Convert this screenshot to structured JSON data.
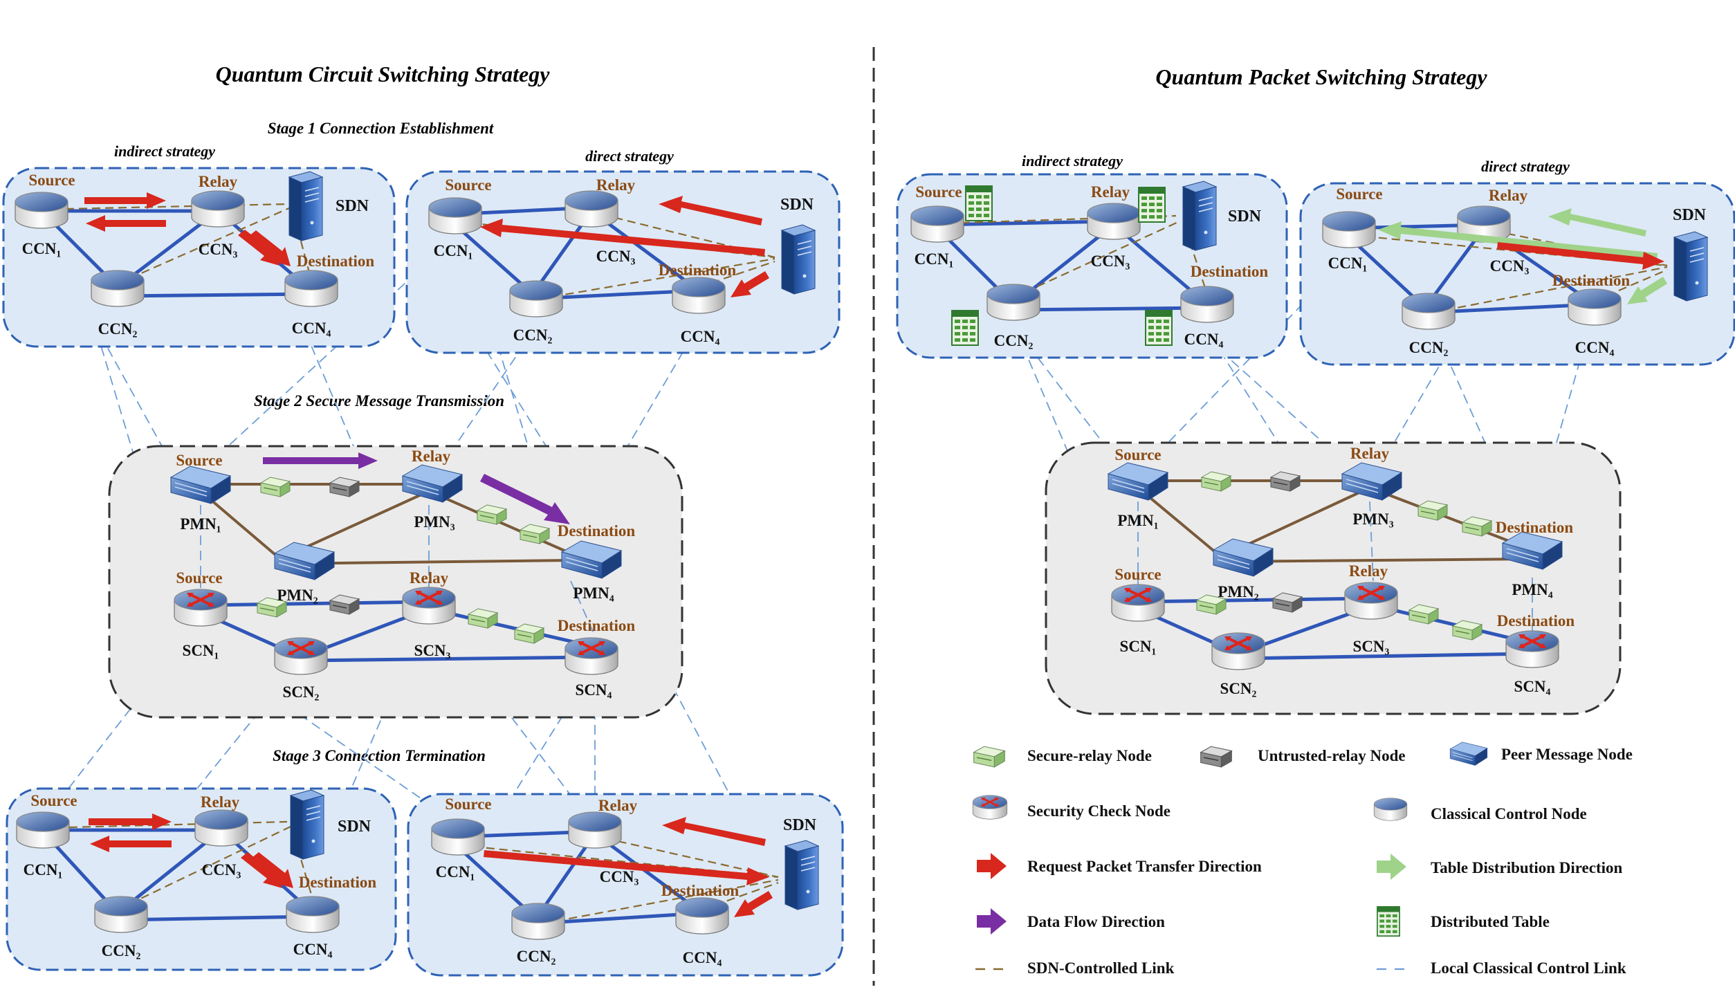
{
  "titles": {
    "left": "Quantum Circuit Switching Strategy",
    "right": "Quantum Packet Switching Strategy"
  },
  "stages": {
    "s1": "Stage 1  Connection Establishment",
    "s2": "Stage 2  Secure Message Transmission",
    "s3": "Stage 3  Connection Termination"
  },
  "strategies": {
    "indirect": "indirect  strategy",
    "direct": "direct strategy"
  },
  "roles": {
    "source": "Source",
    "relay": "Relay",
    "destination": "Destination"
  },
  "controller": "SDN",
  "ccn_labels": [
    "CCN₁",
    "CCN₂",
    "CCN₃",
    "CCN₄"
  ],
  "pmn_labels": [
    "PMN₁",
    "PMN₂",
    "PMN₃",
    "PMN₄"
  ],
  "scn_labels": [
    "SCN₁",
    "SCN₂",
    "SCN₃",
    "SCN₄"
  ],
  "legend": [
    {
      "icon": "secure-relay-icon",
      "label": "Secure-relay Node"
    },
    {
      "icon": "untrusted-relay-icon",
      "label": "Untrusted-relay Node"
    },
    {
      "icon": "peer-message-icon",
      "label": "Peer Message Node"
    },
    {
      "icon": "security-check-icon",
      "label": "Security Check Node"
    },
    {
      "icon": "classical-control-icon",
      "label": "Classical Control Node"
    },
    {
      "icon": "red-arrow-icon",
      "label": "Request Packet Transfer Direction"
    },
    {
      "icon": "green-arrow-icon",
      "label": "Table Distribution Direction"
    },
    {
      "icon": "purple-arrow-icon",
      "label": "Data Flow Direction"
    },
    {
      "icon": "distributed-table-icon",
      "label": "Distributed Table"
    },
    {
      "icon": "sdn-link-icon",
      "label": "SDN-Controlled Link"
    },
    {
      "icon": "local-link-icon",
      "label": "Local Classical Control Link"
    }
  ],
  "colors": {
    "request_arrow": "#d8271d",
    "table_arrow": "#9fd38a",
    "data_arrow": "#7a2ea3",
    "quantum_link": "#2f56b8",
    "peer_link": "#7a5a3a",
    "panel_fill": "#dde9f6",
    "panel_border": "#2e62b5",
    "role_text": "#8B4A12"
  }
}
